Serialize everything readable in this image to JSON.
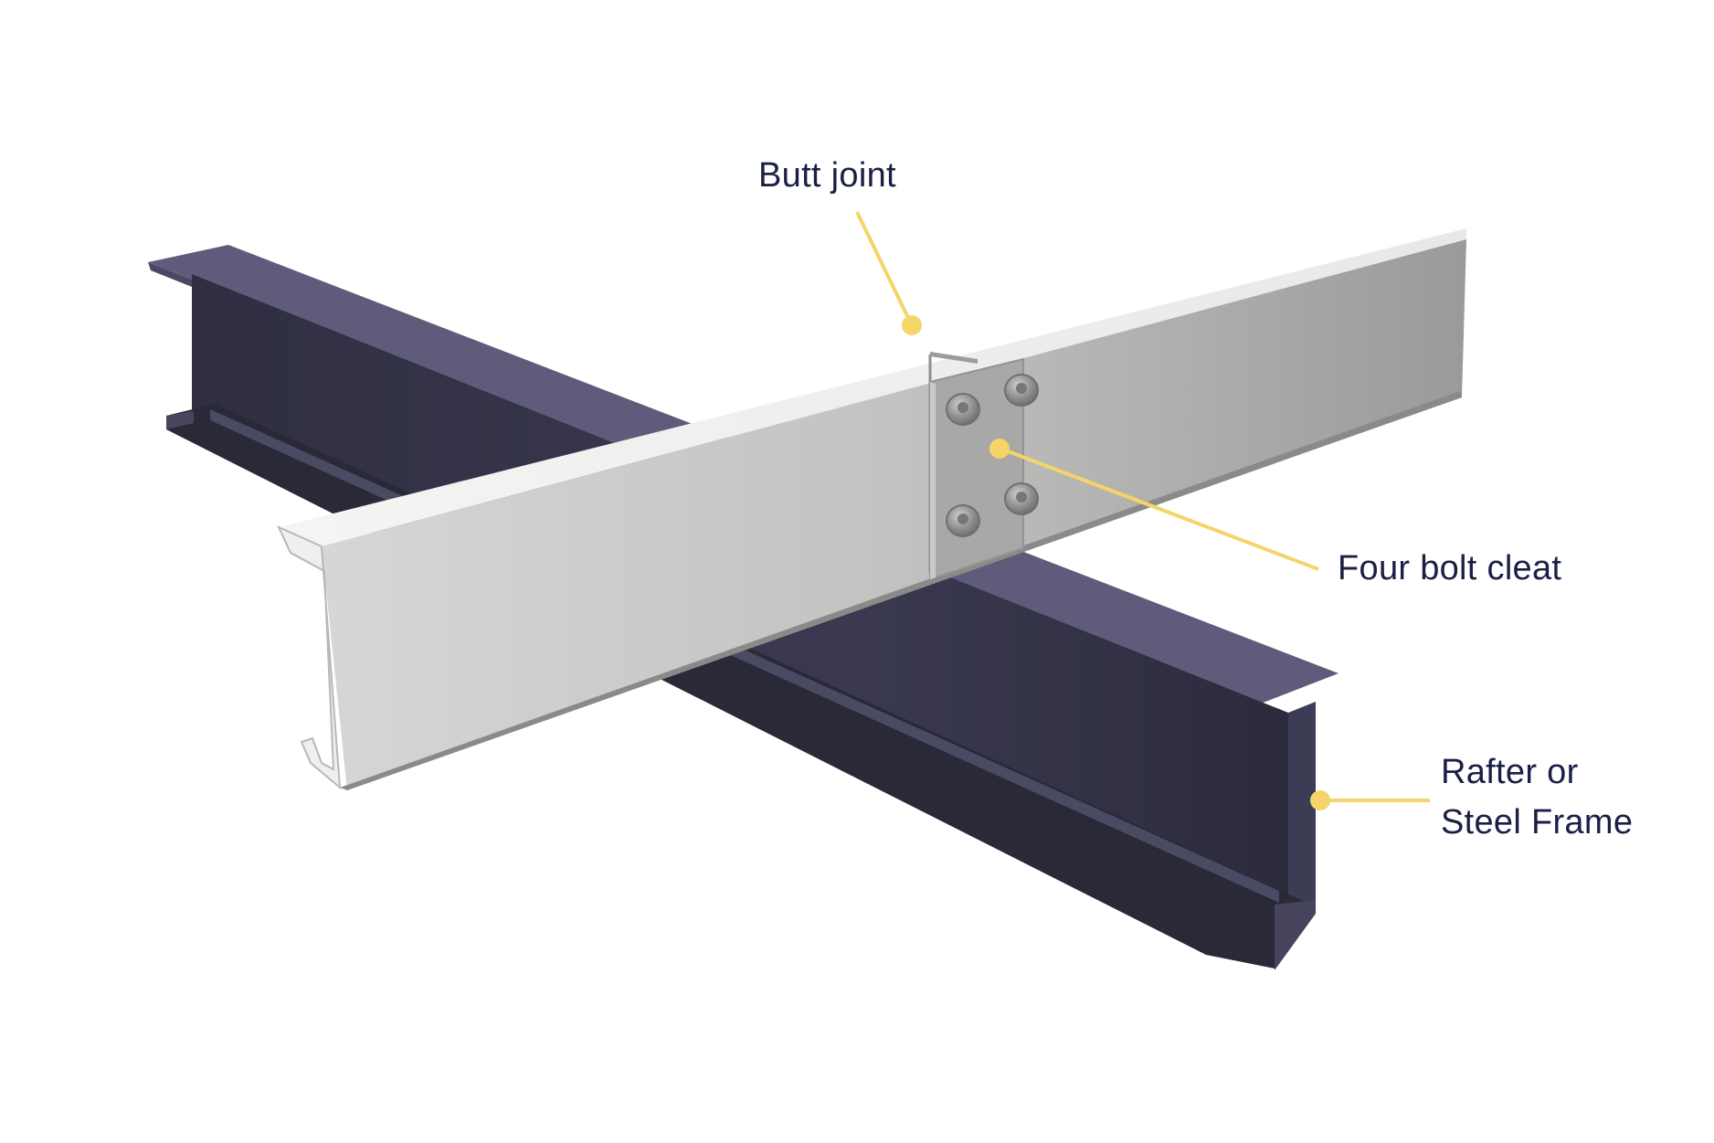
{
  "callouts": {
    "butt_joint": "Butt joint",
    "four_bolt_cleat": "Four bolt cleat",
    "rafter_line1": "Rafter or",
    "rafter_line2": "Steel Frame"
  },
  "colors": {
    "callout_accent": "#f5d46a",
    "label_text": "#1b1f45",
    "steel_beam_dark": "#36344a",
    "steel_beam_flange": "#5e5c7a",
    "purlin_light": "#e2e2e0",
    "purlin_mid": "#c4c4c2",
    "bolt": "#8a8a88"
  }
}
